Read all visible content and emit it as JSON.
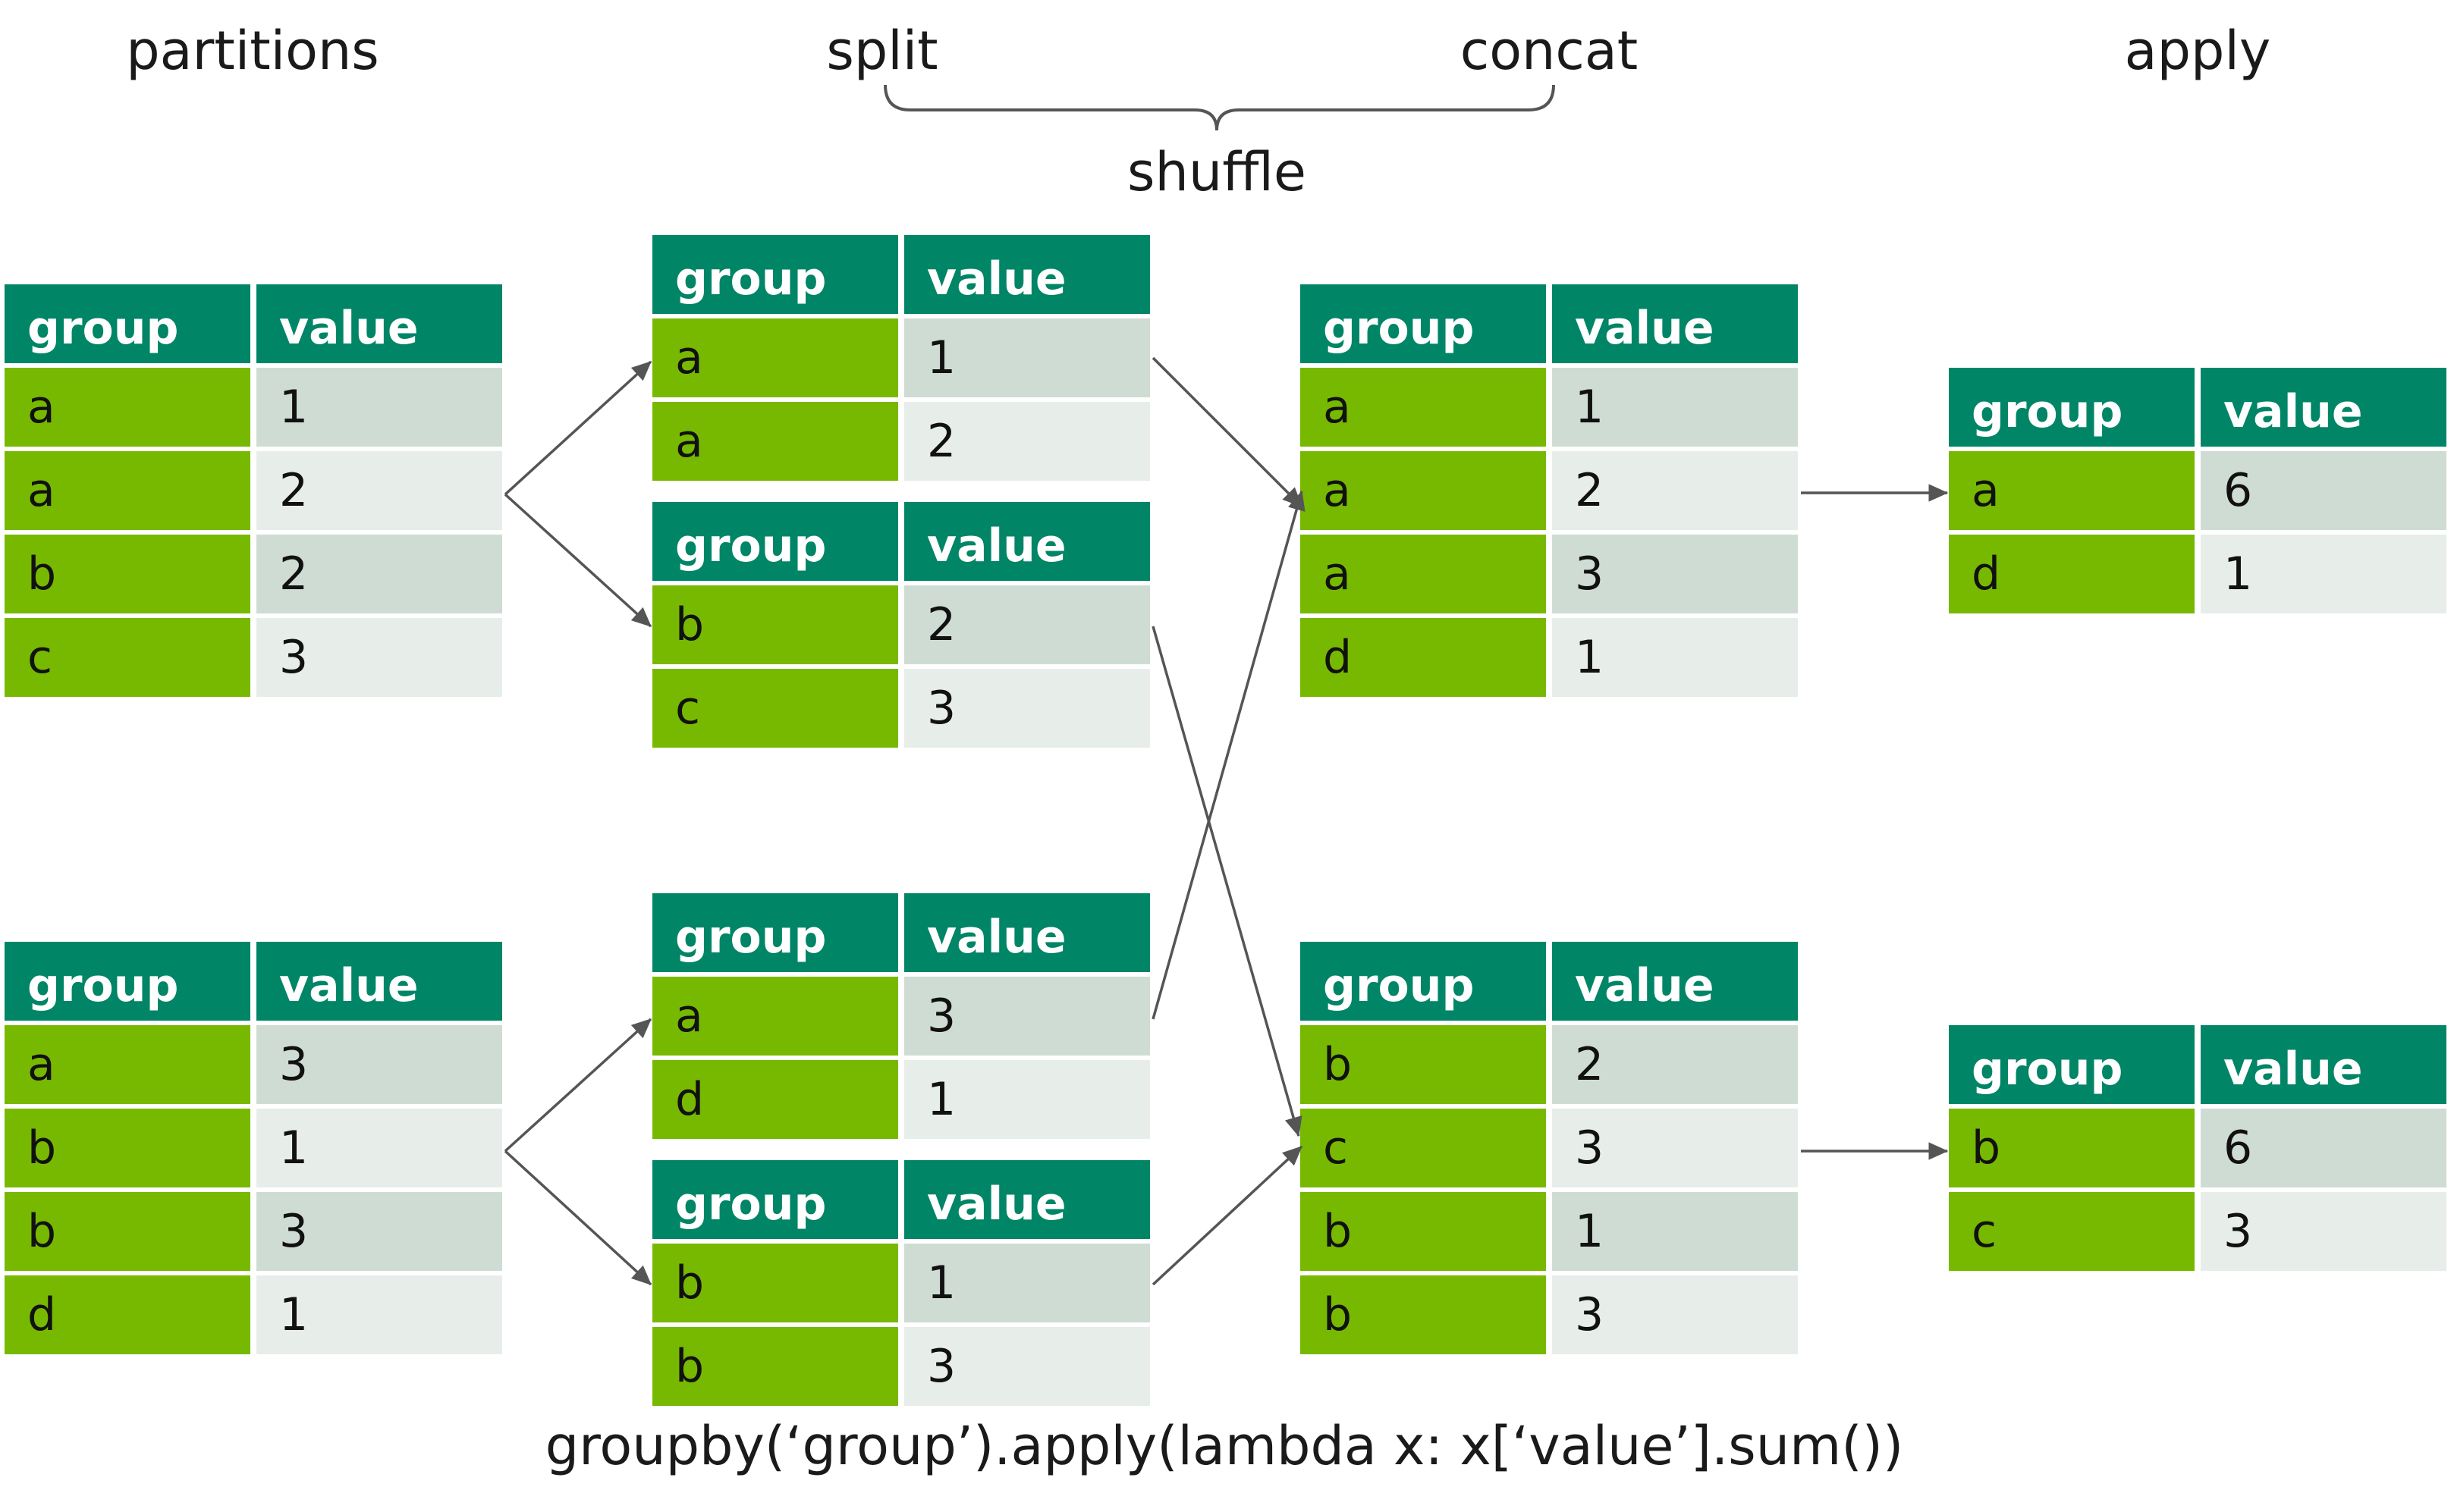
{
  "stages": {
    "partitions": "partitions",
    "split": "split",
    "concat": "concat",
    "apply": "apply",
    "shuffle": "shuffle"
  },
  "caption": "groupby(‘group’).apply(lambda x: x[‘value’].sum())",
  "column_headers": [
    "group",
    "value"
  ],
  "tables": {
    "partition_1": [
      [
        "a",
        "1"
      ],
      [
        "a",
        "2"
      ],
      [
        "b",
        "2"
      ],
      [
        "c",
        "3"
      ]
    ],
    "partition_2": [
      [
        "a",
        "3"
      ],
      [
        "b",
        "1"
      ],
      [
        "b",
        "3"
      ],
      [
        "d",
        "1"
      ]
    ],
    "split_1": [
      [
        "a",
        "1"
      ],
      [
        "a",
        "2"
      ]
    ],
    "split_2": [
      [
        "b",
        "2"
      ],
      [
        "c",
        "3"
      ]
    ],
    "split_3": [
      [
        "a",
        "3"
      ],
      [
        "d",
        "1"
      ]
    ],
    "split_4": [
      [
        "b",
        "1"
      ],
      [
        "b",
        "3"
      ]
    ],
    "concat_1": [
      [
        "a",
        "1"
      ],
      [
        "a",
        "2"
      ],
      [
        "a",
        "3"
      ],
      [
        "d",
        "1"
      ]
    ],
    "concat_2": [
      [
        "b",
        "2"
      ],
      [
        "c",
        "3"
      ],
      [
        "b",
        "1"
      ],
      [
        "b",
        "3"
      ]
    ],
    "apply_1": [
      [
        "a",
        "6"
      ],
      [
        "d",
        "1"
      ]
    ],
    "apply_2": [
      [
        "b",
        "6"
      ],
      [
        "c",
        "3"
      ]
    ]
  },
  "colors": {
    "header": "#008566",
    "group_cell": "#77b900",
    "value_cell_dark": "#cfdcd4",
    "value_cell_light": "#e7eeea",
    "arrow": "#555555"
  }
}
